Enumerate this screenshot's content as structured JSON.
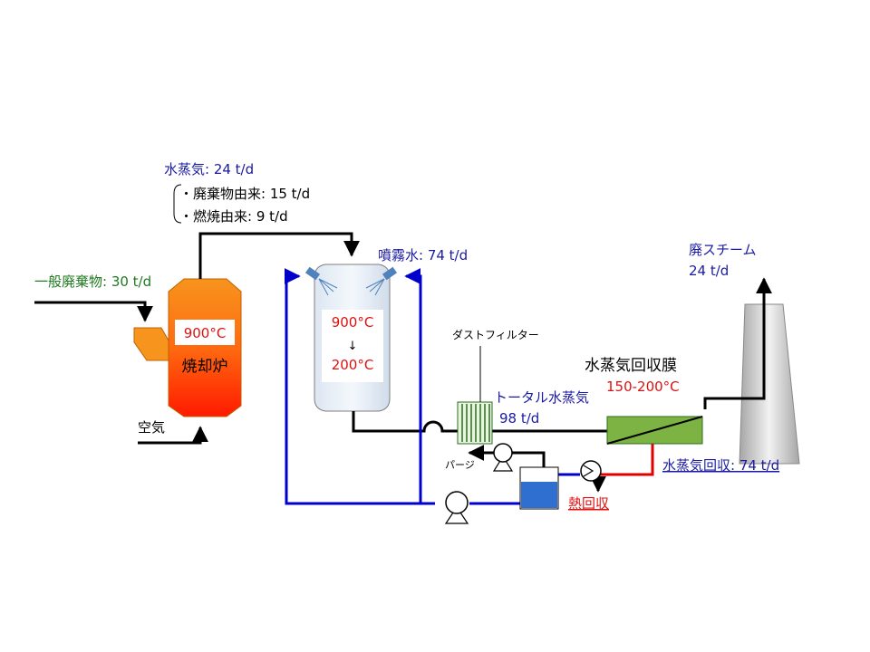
{
  "colors": {
    "black_pipe": "#000000",
    "blue_pipe": "#0000cc",
    "red_pipe": "#e00000",
    "green_text": "#1f7a1f",
    "blue_text": "#1a1aa6",
    "red_text": "#e01010",
    "furnace_orange": "#f7941d",
    "furnace_red": "#ff1a00",
    "membrane_green": "#7cb342",
    "tower_fill": "#dce6f1",
    "stack_gray": "#bfbfbf",
    "water_blue": "#2e6fd0"
  },
  "labels": {
    "steam_total": "水蒸気: 24 t/d",
    "steam_from_waste": "・廃棄物由来: 15 t/d",
    "steam_from_combustion": "・燃焼由来: 9 t/d",
    "spray_water": "噴霧水: 74 t/d",
    "waste_input": "一般廃棄物: 30 t/d",
    "furnace_temp": "900°C",
    "furnace_name": "焼却炉",
    "air": "空気",
    "tower_temp_in": "900°C",
    "tower_arrow": "↓",
    "tower_temp_out": "200°C",
    "dust_filter": "ダストフィルター",
    "total_steam": "トータル水蒸気",
    "total_steam_value": "98 t/d",
    "membrane_name": "水蒸気回収膜",
    "membrane_temp": "150-200°C",
    "waste_steam": "廃スチーム",
    "waste_steam_value": "24 t/d",
    "steam_recovery": "水蒸気回収: 74 t/d",
    "heat_recovery": "熱回収",
    "purge": "パージ"
  }
}
